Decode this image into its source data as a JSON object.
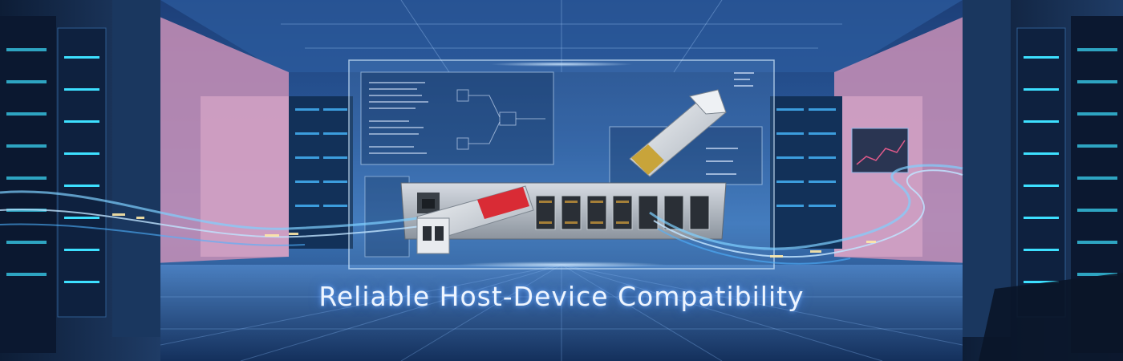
{
  "banner": {
    "headline": "Reliable Host-Device Compatibility"
  },
  "icons": {
    "left_rack": "server-rack",
    "right_rack": "server-rack",
    "switch": "network-switch",
    "module": "sfp-transceiver",
    "cable": "fiber-cable"
  },
  "colors": {
    "accent": "#3f8cff",
    "pink_wall": "#c98fb6",
    "module_label": "#d92b35",
    "glow": "#bfe3ff",
    "led": "#3de0ff"
  }
}
